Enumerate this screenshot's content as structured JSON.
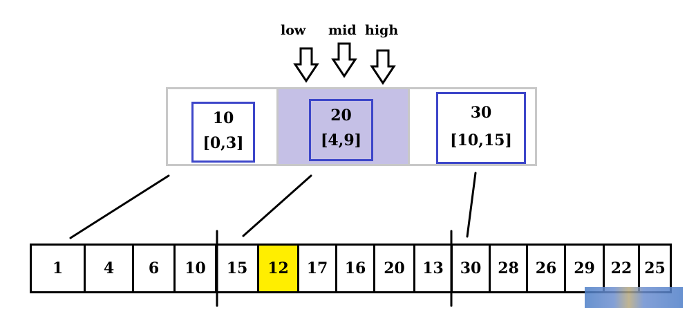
{
  "pointers": [
    {
      "id": "low",
      "label": "low"
    },
    {
      "id": "mid",
      "label": "mid"
    },
    {
      "id": "high",
      "label": "high"
    }
  ],
  "index_blocks": [
    {
      "key": "10",
      "range": "[0,3]",
      "highlighted": false
    },
    {
      "key": "20",
      "range": "[4,9]",
      "highlighted": true
    },
    {
      "key": "30",
      "range": "[10,15]",
      "highlighted": false
    }
  ],
  "array": [
    {
      "value": "1",
      "highlighted": false
    },
    {
      "value": "4",
      "highlighted": false
    },
    {
      "value": "6",
      "highlighted": false
    },
    {
      "value": "10",
      "highlighted": false
    },
    {
      "value": "15",
      "highlighted": false
    },
    {
      "value": "12",
      "highlighted": true
    },
    {
      "value": "17",
      "highlighted": false
    },
    {
      "value": "16",
      "highlighted": false
    },
    {
      "value": "20",
      "highlighted": false
    },
    {
      "value": "13",
      "highlighted": false
    },
    {
      "value": "30",
      "highlighted": false
    },
    {
      "value": "28",
      "highlighted": false
    },
    {
      "value": "26",
      "highlighted": false
    },
    {
      "value": "29",
      "highlighted": false
    },
    {
      "value": "22",
      "highlighted": false
    },
    {
      "value": "25",
      "highlighted": false
    }
  ],
  "colors": {
    "index_border": "#3d46c9",
    "index_highlight": "#c5c0e6",
    "array_highlight": "#ffee00"
  }
}
